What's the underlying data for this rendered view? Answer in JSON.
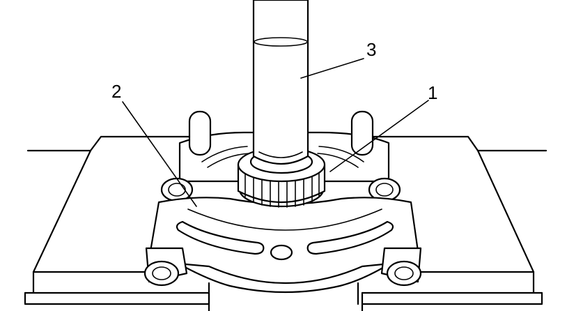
{
  "callouts": [
    {
      "id": "1",
      "text": "1",
      "part": "bearing"
    },
    {
      "id": "2",
      "text": "2",
      "part": "bearing-separator"
    },
    {
      "id": "3",
      "text": "3",
      "part": "shaft"
    }
  ]
}
